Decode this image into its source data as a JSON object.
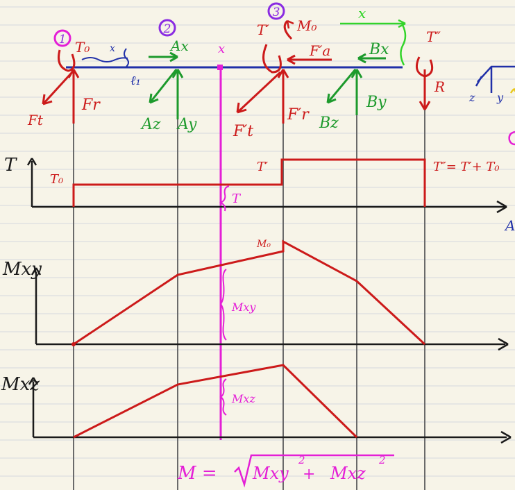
{
  "colors": {
    "paper": "#f7f4e8",
    "ruling": "#d4d9de",
    "beam": "#1f2fa8",
    "red": "#cc1a1a",
    "green": "#1d9a2c",
    "magenta": "#e41fd6",
    "purple": "#8a2be2",
    "lime": "#33d42a",
    "black": "#1a1a1a",
    "gray": "#666666"
  },
  "support_numbers": {
    "one": "1",
    "two": "2",
    "three": "3"
  },
  "forces": {
    "T0": "T₀",
    "x_small": "x",
    "l1": "ℓ₁",
    "Ax": "Ax",
    "x_marker": "x",
    "Ft": "Ft",
    "Fr": "Fr",
    "Az": "Az",
    "Ay": "Ay",
    "T_prime": "T′",
    "M0": "M₀",
    "Fa_prime": "F′a",
    "Ft_prime": "F′t",
    "Fr_prime": "F′r",
    "Bx": "Bx",
    "Bz": "Bz",
    "By": "By",
    "T_double_prime": "T″",
    "R": "R",
    "x_top": "x",
    "axes_z": "z",
    "axes_y": "y"
  },
  "diagrams": {
    "torque_axis": "T",
    "torque_T0": "T₀",
    "torque_Tprime": "T′",
    "torque_T": "T",
    "torque_eq": "T″= T′+ T₀",
    "mxy_axis": "Mxy",
    "mxy_M0": "M₀",
    "mxy_label": "Mxy",
    "mxz_axis": "Mxz",
    "mxz_label": "Mxz",
    "edge_A": "A"
  },
  "formula": {
    "prefix": "M = ",
    "term1": "Mxy",
    "plus": " + ",
    "term2": "Mxz",
    "sq1": "2",
    "sq2": "2"
  }
}
